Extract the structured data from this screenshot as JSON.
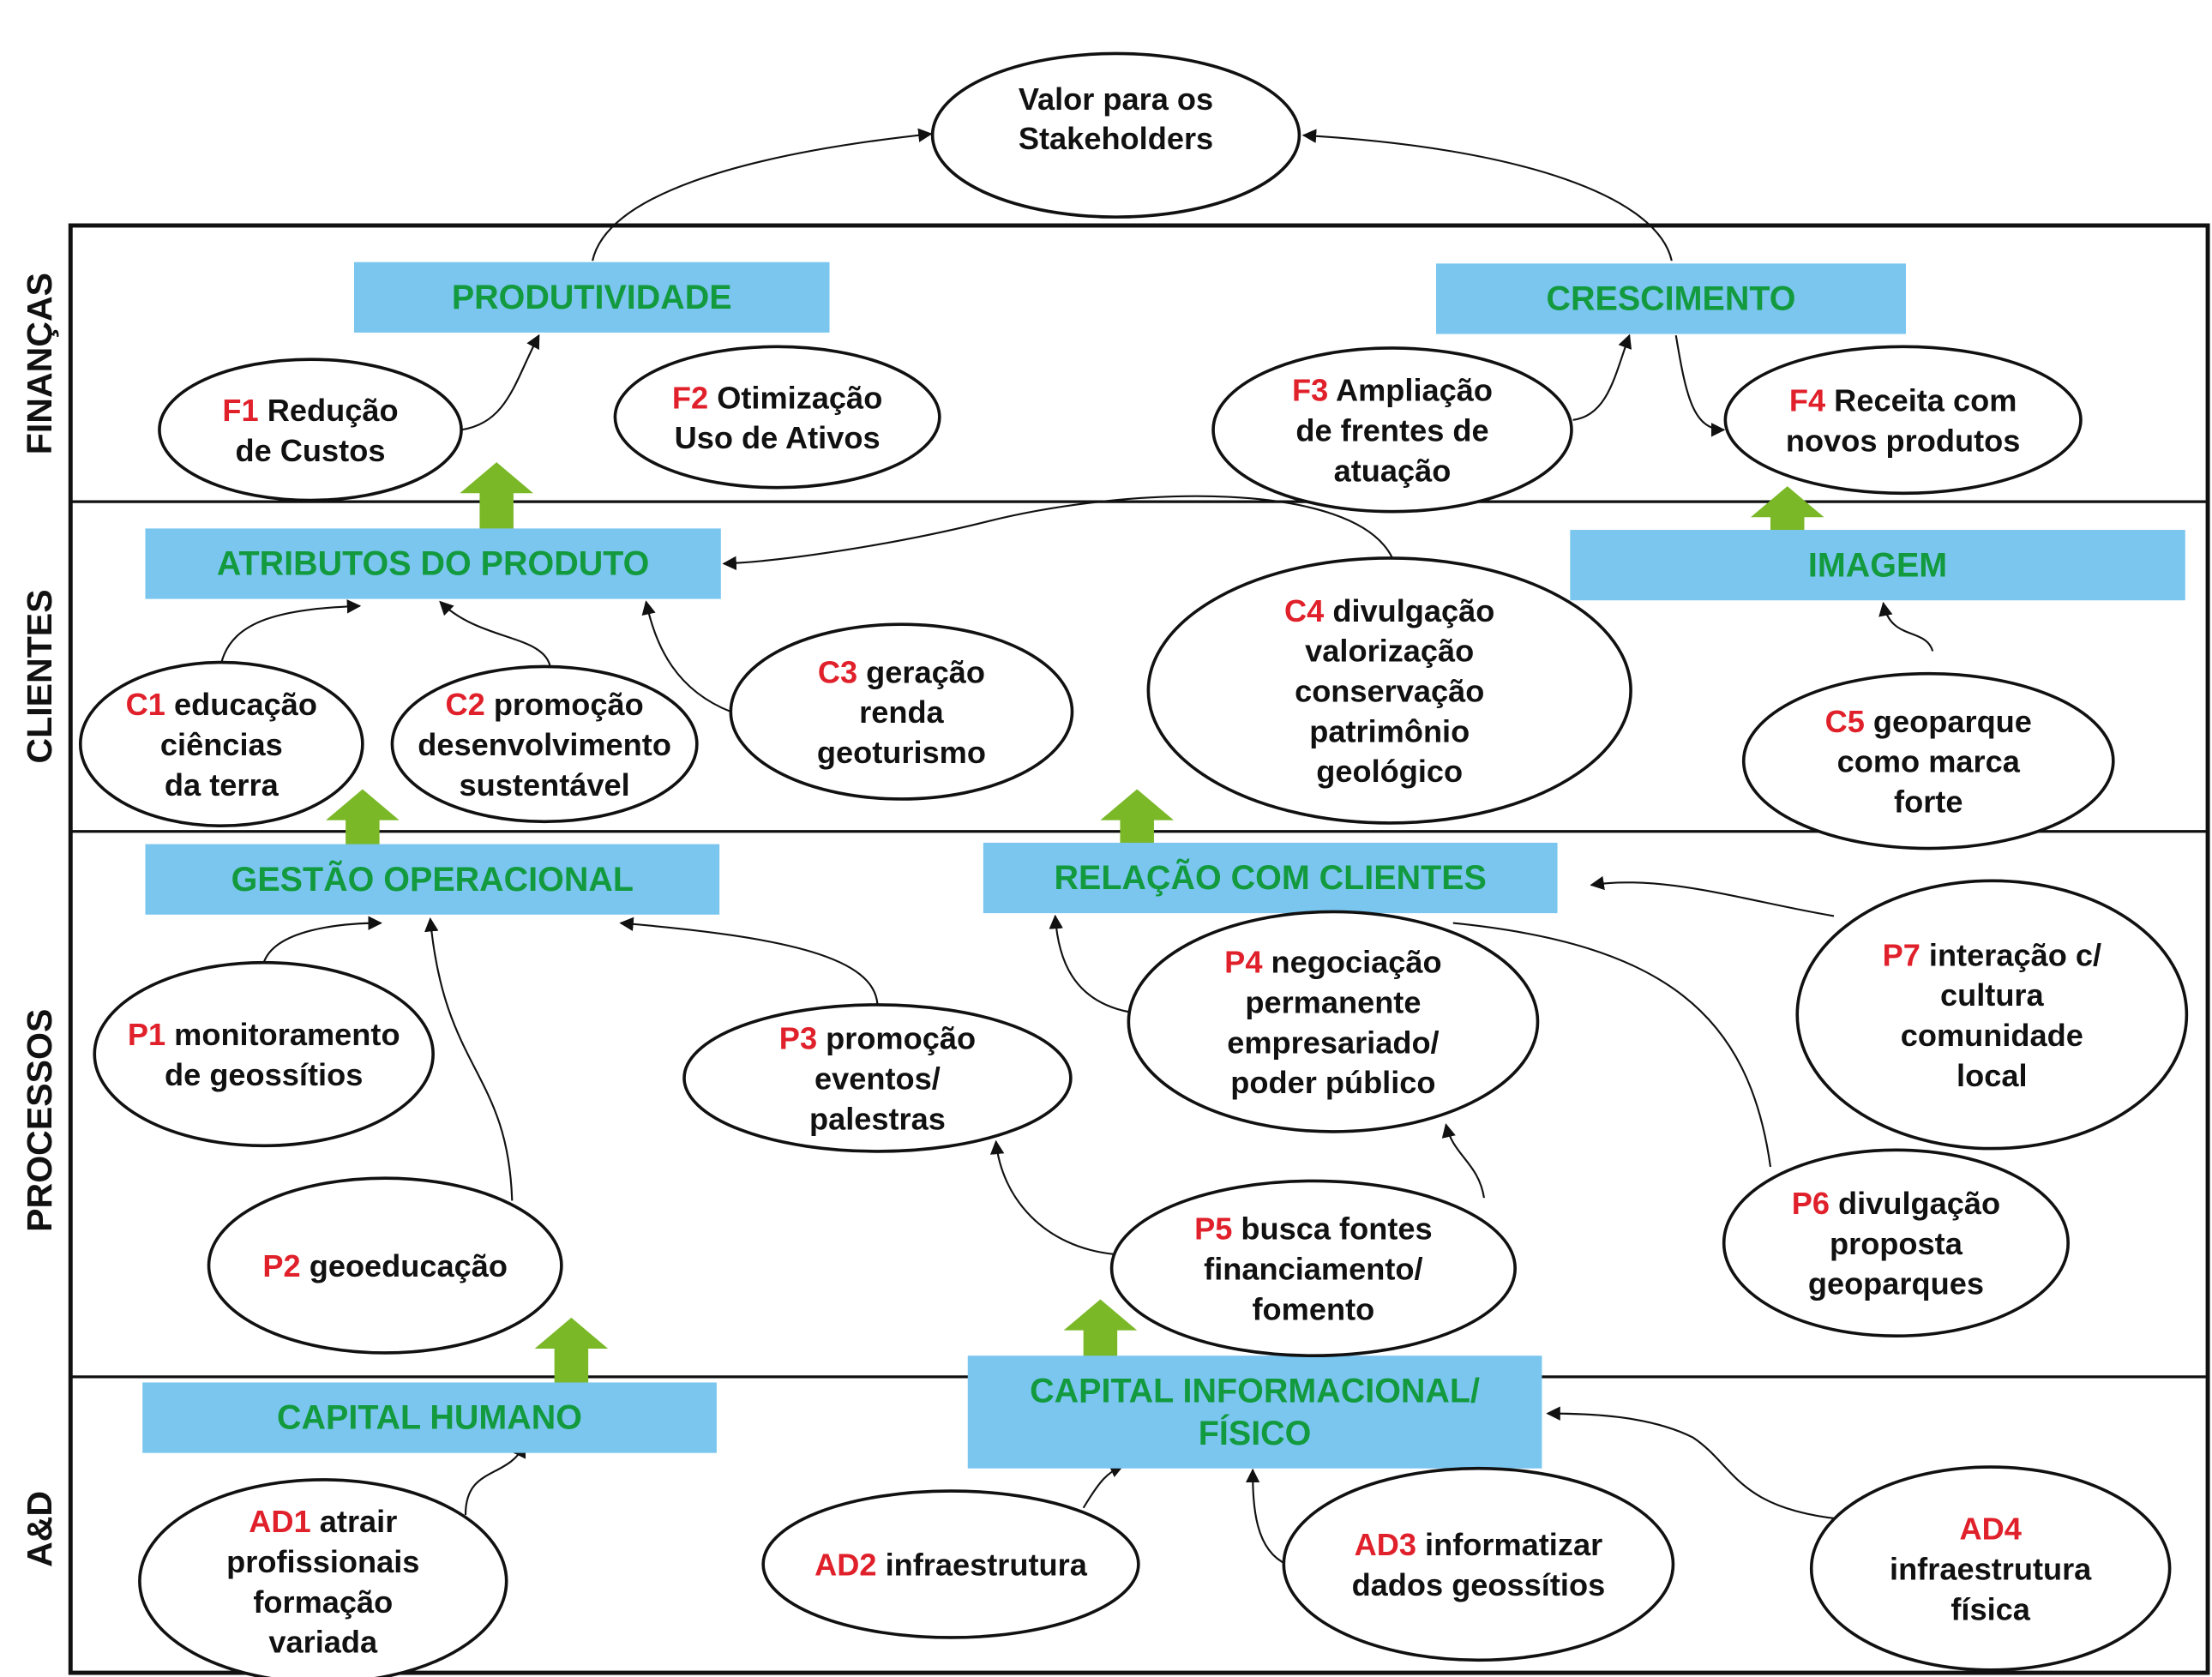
{
  "perspectives": [
    "FINANÇAS",
    "CLIENTES",
    "PROCESSOS",
    "A&D"
  ],
  "top_goal": [
    "Valor para os",
    "Stakeholders"
  ],
  "themes": [
    {
      "id": "produtividade",
      "lines": [
        "PRODUTIVIDADE"
      ]
    },
    {
      "id": "crescimento",
      "lines": [
        "CRESCIMENTO"
      ]
    },
    {
      "id": "atributos",
      "lines": [
        "ATRIBUTOS DO PRODUTO"
      ]
    },
    {
      "id": "imagem",
      "lines": [
        "IMAGEM"
      ]
    },
    {
      "id": "gestao",
      "lines": [
        "GESTÃO OPERACIONAL"
      ]
    },
    {
      "id": "relacao",
      "lines": [
        "RELAÇÃO COM CLIENTES"
      ]
    },
    {
      "id": "capital-humano",
      "lines": [
        "CAPITAL HUMANO"
      ]
    },
    {
      "id": "capital-info",
      "lines": [
        "CAPITAL INFORMACIONAL/",
        "FÍSICO"
      ]
    }
  ],
  "objectives": [
    {
      "code": "F1",
      "lines": [
        "Redução",
        "de Custos"
      ]
    },
    {
      "code": "F2",
      "lines": [
        "Otimização",
        "Uso de Ativos"
      ]
    },
    {
      "code": "F3",
      "lines": [
        "Ampliação",
        "de frentes de",
        "atuação"
      ]
    },
    {
      "code": "F4",
      "lines": [
        "Receita com",
        "novos produtos"
      ]
    },
    {
      "code": "C1",
      "lines": [
        "educação",
        "ciências",
        "da terra"
      ]
    },
    {
      "code": "C2",
      "lines": [
        "promoção",
        "desenvolvimento",
        "sustentável"
      ]
    },
    {
      "code": "C3",
      "lines": [
        "geração",
        "renda",
        "geoturismo"
      ]
    },
    {
      "code": "C4",
      "lines": [
        "divulgação",
        "valorização",
        "conservação",
        "patrimônio",
        "geológico"
      ]
    },
    {
      "code": "C5",
      "lines": [
        "geoparque",
        "como marca",
        "forte"
      ]
    },
    {
      "code": "P1",
      "lines": [
        "monitoramento",
        "de geossítios"
      ]
    },
    {
      "code": "P2",
      "lines": [
        "geoeducação"
      ]
    },
    {
      "code": "P3",
      "lines": [
        "promoção",
        "eventos/",
        "palestras"
      ]
    },
    {
      "code": "P4",
      "lines": [
        "negociação",
        "permanente",
        "empresariado/",
        "poder público"
      ]
    },
    {
      "code": "P5",
      "lines": [
        "busca fontes",
        "financiamento/",
        "fomento"
      ]
    },
    {
      "code": "P6",
      "lines": [
        "divulgação",
        "proposta",
        "geoparques"
      ]
    },
    {
      "code": "P7",
      "lines": [
        "interação c/",
        "cultura",
        "comunidade",
        "local"
      ]
    },
    {
      "code": "AD1",
      "lines": [
        "atrair",
        "profissionais",
        "formação",
        "variada"
      ]
    },
    {
      "code": "AD2",
      "lines": [
        "infraestrutura"
      ]
    },
    {
      "code": "AD3",
      "lines": [
        "informatizar",
        "dados geossítios"
      ]
    },
    {
      "code": "AD4",
      "lines": [
        "",
        "infraestrutura",
        "física"
      ]
    }
  ],
  "colors": {
    "theme_fill": "#7ac6ef",
    "theme_text": "#139a3e",
    "code_text": "#e0202a",
    "up_arrow": "#7ab828"
  }
}
